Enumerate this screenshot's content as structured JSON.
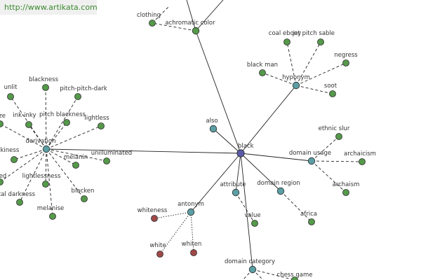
{
  "url_banner": "http://www.artikata.com",
  "colors": {
    "center": "#5a5aa8",
    "relation": "#5b9ea3",
    "word": "#55994a",
    "antonym_word": "#a04848",
    "edge": "#222222"
  },
  "center": {
    "id": "black",
    "label": "black"
  },
  "relations": [
    {
      "id": "derivation",
      "label": "derivation"
    },
    {
      "id": "hyponym",
      "label": "hyponym"
    },
    {
      "id": "also",
      "label": "also"
    },
    {
      "id": "domain-usage",
      "label": "domain usage"
    },
    {
      "id": "attribute",
      "label": "attribute"
    },
    {
      "id": "domain-region",
      "label": "domain region"
    },
    {
      "id": "antonym",
      "label": "antonym"
    },
    {
      "id": "domain-category",
      "label": "domain category"
    },
    {
      "id": "achromatic-color",
      "label": "achromatic color"
    }
  ],
  "words": [
    {
      "id": "unlit",
      "label": "unlit",
      "parent": "derivation"
    },
    {
      "id": "blackness",
      "label": "blackness",
      "parent": "derivation"
    },
    {
      "id": "pitch-pitch-dark",
      "label": "pitch-pitch-dark",
      "parent": "derivation"
    },
    {
      "id": "ize",
      "label": "ize",
      "parent": "derivation"
    },
    {
      "id": "ink-inky",
      "label": "ink-inky",
      "parent": "derivation"
    },
    {
      "id": "pitch-blackness",
      "label": "pitch blackness",
      "parent": "derivation"
    },
    {
      "id": "lightless",
      "label": "lightless",
      "parent": "derivation"
    },
    {
      "id": "inkiness",
      "label": "inkiness",
      "parent": "derivation"
    },
    {
      "id": "unilluminated",
      "label": "unilluminated",
      "parent": "derivation"
    },
    {
      "id": "melanin",
      "label": "melanin",
      "parent": "derivation"
    },
    {
      "id": "ed",
      "label": "ed",
      "parent": "derivation"
    },
    {
      "id": "lightlessness",
      "label": "lightlessness",
      "parent": "derivation"
    },
    {
      "id": "tal-darkness",
      "label": "tal darkness",
      "parent": "derivation"
    },
    {
      "id": "blacken",
      "label": "blacken",
      "parent": "derivation"
    },
    {
      "id": "melanise",
      "label": "melanise",
      "parent": "derivation"
    },
    {
      "id": "coal-ebony",
      "label": "coal ebony",
      "parent": "hyponym"
    },
    {
      "id": "jet-pitch-sable",
      "label": "jet pitch sable",
      "parent": "hyponym"
    },
    {
      "id": "negress",
      "label": "negress",
      "parent": "hyponym"
    },
    {
      "id": "black-man",
      "label": "black man",
      "parent": "hyponym"
    },
    {
      "id": "soot",
      "label": "soot",
      "parent": "hyponym"
    },
    {
      "id": "ethnic-slur",
      "label": "ethnic slur",
      "parent": "domain-usage"
    },
    {
      "id": "archaicism",
      "label": "archaicism",
      "parent": "domain-usage"
    },
    {
      "id": "archaism",
      "label": "archaism",
      "parent": "domain-usage"
    },
    {
      "id": "value",
      "label": "value",
      "parent": "attribute"
    },
    {
      "id": "africa",
      "label": "africa",
      "parent": "domain-region"
    },
    {
      "id": "whiteness",
      "label": "whiteness",
      "parent": "antonym",
      "antonym": true
    },
    {
      "id": "white",
      "label": "white",
      "parent": "antonym",
      "antonym": true
    },
    {
      "id": "whiten",
      "label": "whiten",
      "parent": "antonym",
      "antonym": true
    },
    {
      "id": "chess-game",
      "label": "chess game",
      "parent": "domain-category"
    },
    {
      "id": "clothing",
      "label": "clothing",
      "parent": "achromatic-color"
    }
  ]
}
